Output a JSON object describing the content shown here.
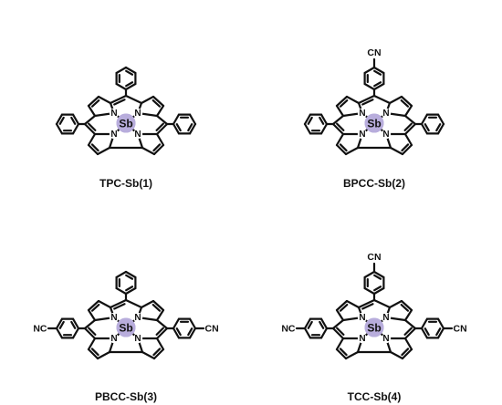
{
  "element_symbols": {
    "metal": "Sb",
    "nitrogen": "N",
    "nitrile": "CN",
    "nitrile_left": "NC"
  },
  "colors": {
    "metal_halo": "#b8addc",
    "bond": "#111111",
    "background": "#ffffff"
  },
  "molecules": [
    {
      "label": "TPC-Sb(1)",
      "substituents": {
        "top": "phenyl",
        "left": "phenyl",
        "right": "phenyl"
      }
    },
    {
      "label": "BPCC-Sb(2)",
      "substituents": {
        "top": "cyanophenyl",
        "left": "phenyl",
        "right": "phenyl"
      }
    },
    {
      "label": "PBCC-Sb(3)",
      "substituents": {
        "top": "phenyl",
        "left": "cyanophenyl",
        "right": "cyanophenyl"
      }
    },
    {
      "label": "TCC-Sb(4)",
      "substituents": {
        "top": "cyanophenyl",
        "left": "cyanophenyl",
        "right": "cyanophenyl"
      }
    }
  ]
}
